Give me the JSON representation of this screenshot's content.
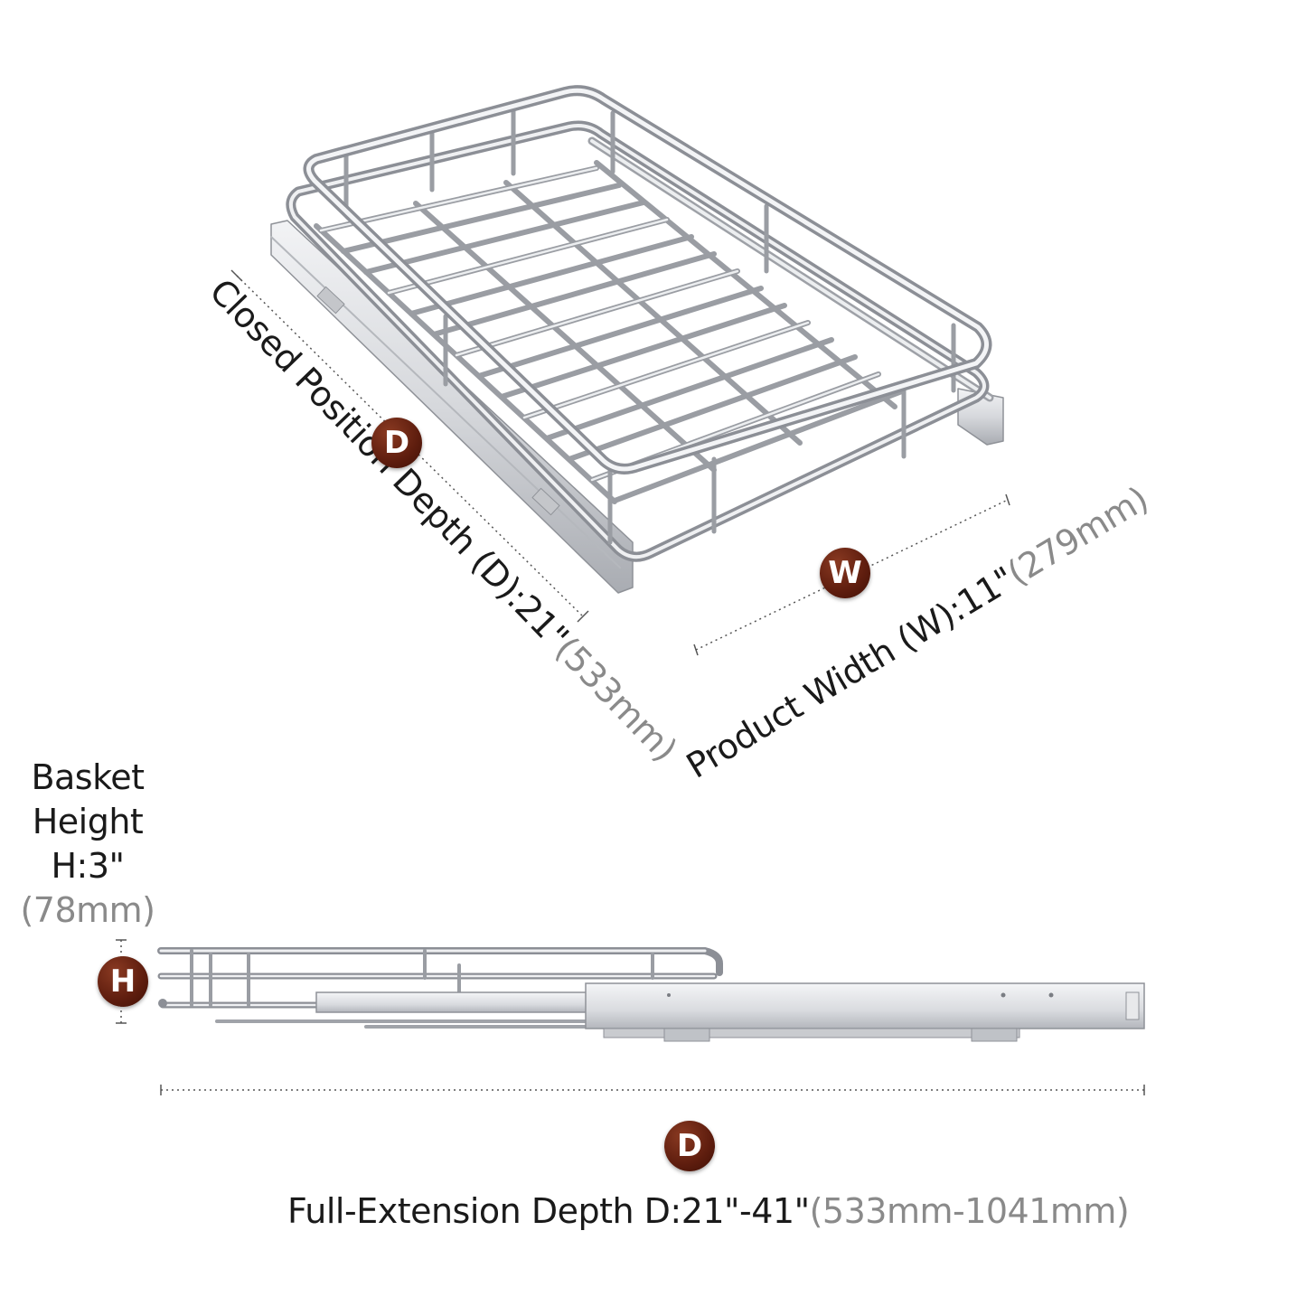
{
  "closed_depth": {
    "label": "Closed Position Depth (D):21\"",
    "metric": "(533mm)",
    "badge": "D"
  },
  "width": {
    "label": "Product Width (W):11\"",
    "metric": "(279mm)",
    "badge": "W"
  },
  "height": {
    "line1": "Basket",
    "line2": "Height",
    "line3": "H:3\"",
    "metric": "(78mm)",
    "badge": "H"
  },
  "full_extension": {
    "label": "Full-Extension Depth D:21\"-41\"",
    "metric": "(533mm-1041mm)",
    "badge": "D"
  },
  "colors": {
    "badge": "#5e1d0e",
    "metal_light": "#e6e7ea",
    "metal_dark": "#8c8f96",
    "metric_text": "#8a8a8a"
  }
}
